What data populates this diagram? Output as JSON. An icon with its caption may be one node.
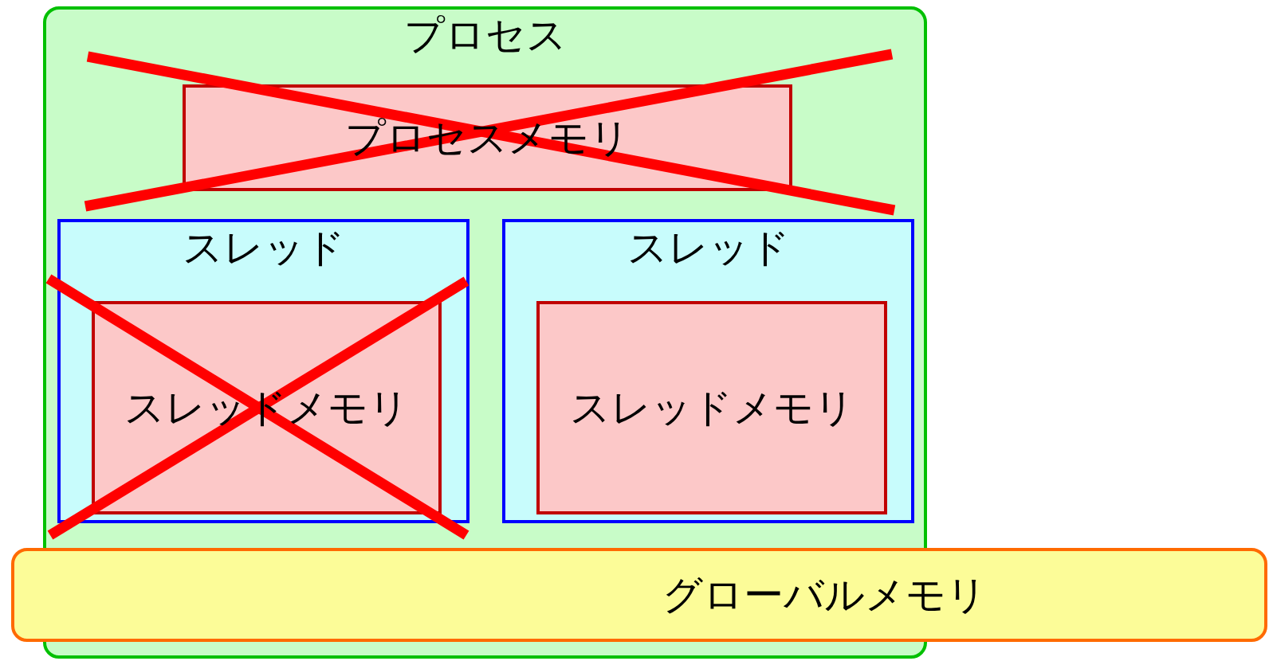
{
  "diagram": {
    "nodes": [
      {
        "text": [
          "プロセス"
        ]
      },
      {
        "text": [
          "プロセスメモリ"
        ],
        "in": 0
      },
      {
        "text": [
          "スレッド"
        ],
        "in": 0
      },
      {
        "text": [
          "スレッドメモリ"
        ],
        "in": 2
      },
      {
        "text": [
          "スレッド"
        ],
        "in": 0
      },
      {
        "text": [
          "スレッドメモリ"
        ],
        "in": 4
      },
      {
        "text": [
          "グローバルメモリ"
        ]
      }
    ],
    "edges": []
  }
}
